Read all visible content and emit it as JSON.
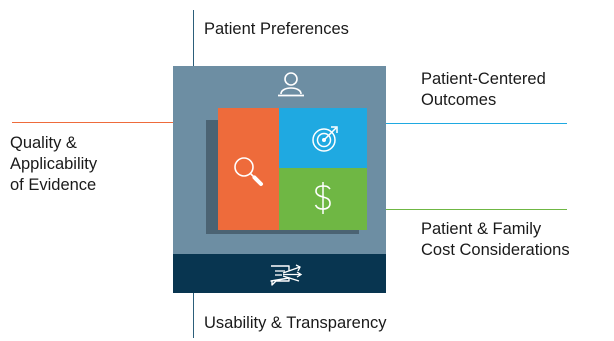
{
  "labels": {
    "top": "Patient Preferences",
    "right_top": [
      "Patient-Centered",
      "Outcomes"
    ],
    "left": [
      "Quality &",
      "Applicability",
      "of Evidence"
    ],
    "right_bottom": [
      "Patient & Family",
      "Cost Considerations"
    ],
    "bottom": "Usability & Transparency"
  },
  "icons": {
    "top": "patient-icon",
    "orange_tile": "magnifier-icon",
    "blue_tile": "target-icon",
    "green_tile": "dollar-icon",
    "bottom": "document-arrows-icon"
  },
  "colors": {
    "panel": "#6d8ea3",
    "panel_footer": "#083550",
    "orange": "#ee6b3b",
    "blue": "#1fa9e1",
    "green": "#6fb744",
    "connector_orange": "#ee6b3b",
    "connector_blue": "#1fa9e1",
    "connector_green": "#6fb744",
    "connector_navy": "#2c5e7a"
  }
}
